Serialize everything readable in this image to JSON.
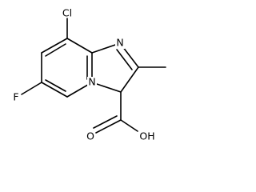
{
  "molecule": {
    "atoms": {
      "chlorine": "Cl",
      "fluorine": "F",
      "ring_nitrogen": "N",
      "bridgehead_nitrogen": "N",
      "carbonyl_oxygen": "O",
      "hydroxyl": "OH"
    },
    "colors": {
      "bonds": "#000000",
      "labels": "#000000",
      "background": "#ffffff"
    }
  }
}
